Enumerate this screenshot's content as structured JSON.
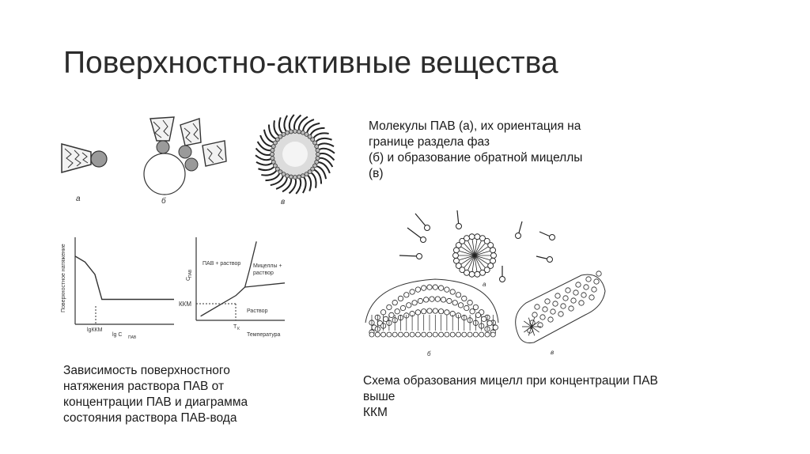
{
  "title": "Поверхностно-активные вещества",
  "captions": {
    "molecules": [
      "Молекулы ПАВ (а), их ориентация на",
      "границе раздела фаз",
      "(б) и образование обратной мицеллы",
      "(в)"
    ],
    "tension": [
      "Зависимость поверхностного",
      "натяжения раствора ПАВ от",
      "концентрации ПАВ и диаграмма",
      "состояния раствора ПАВ-вода"
    ],
    "micelles": [
      "Схема образования мицелл при концентрации ПАВ",
      "выше",
      "ККМ"
    ]
  },
  "molecule_figure": {
    "label_a": "а",
    "label_b": "б",
    "label_c": "в"
  },
  "micelle_figure": {
    "label_a": "а",
    "label_b": "б",
    "label_c": "в"
  },
  "tension_chart": {
    "ylabel": "Поверхностное натяжение",
    "xlabel": "lg C",
    "xlabel_sub": "ПАВ",
    "x_tick": "lgККМ"
  },
  "phase_chart": {
    "ylabel": "C",
    "ylabel_sub": "ПАВ",
    "xlabel": "Температура",
    "x_tick": "T",
    "x_tick_sub": "К",
    "y_tick": "ККМ",
    "region_left": "ПАВ + раствор",
    "region_right_1": "Мицеллы +",
    "region_right_2": "раствор",
    "region_bottom": "Раствор"
  },
  "chart_data": [
    {
      "type": "line",
      "ylabel": "Поверхностное натяжение",
      "xlabel": "lg C ПАВ",
      "series": [
        {
          "x": [
            0.0,
            0.1,
            0.2,
            0.27,
            0.3,
            1.0
          ],
          "y": [
            0.82,
            0.75,
            0.6,
            0.3,
            0.3,
            0.3
          ]
        }
      ],
      "x_ticks": [
        "lgККМ"
      ],
      "grid": false
    },
    {
      "type": "line",
      "ylabel": "C ПАВ",
      "xlabel": "Температура",
      "series": [
        {
          "x": [
            0.05,
            0.45,
            0.55,
            0.6,
            0.68
          ],
          "y": [
            0.05,
            0.3,
            0.4,
            0.6,
            0.95
          ]
        },
        {
          "x": [
            0.55,
            1.0
          ],
          "y": [
            0.4,
            0.45
          ]
        }
      ],
      "x_ticks": [
        "Tк"
      ],
      "y_ticks": [
        "ККМ"
      ],
      "grid": false
    }
  ]
}
